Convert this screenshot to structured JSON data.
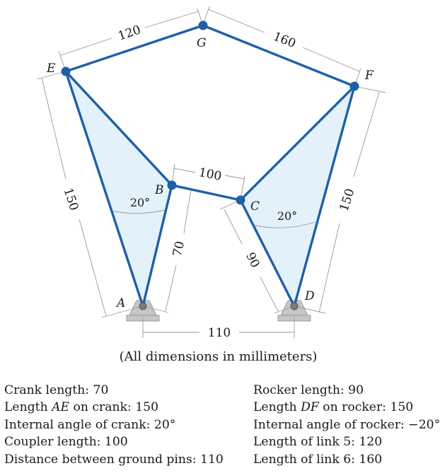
{
  "joints": {
    "A": "A",
    "B": "B",
    "C": "C",
    "D": "D",
    "E": "E",
    "F": "F",
    "G": "G"
  },
  "dimensions": {
    "eg": "120",
    "gf": "160",
    "ae": "150",
    "df": "150",
    "bc": "100",
    "ab": "70",
    "cd": "90",
    "ad": "110",
    "crank_angle": "20°",
    "rocker_angle": "20°"
  },
  "caption": "(All dimensions in millimeters)",
  "parameters": {
    "left": [
      {
        "label": "Crank length: 70"
      },
      {
        "prefix": "Length ",
        "italic": "AE",
        "suffix": " on crank: 150"
      },
      {
        "label": "Internal angle of crank: 20°"
      },
      {
        "label": "Coupler length: 100"
      },
      {
        "label": "Distance between ground pins: 110"
      }
    ],
    "right": [
      {
        "label": "Rocker length: 90"
      },
      {
        "prefix": "Length ",
        "italic": "DF",
        "suffix": " on rocker: 150"
      },
      {
        "label": "Internal angle of rocker: −20°"
      },
      {
        "label": "Length of link 5: 120"
      },
      {
        "label": "Length of link 6: 160"
      }
    ]
  },
  "colors": {
    "link": "#1f5fa8",
    "triangle_fill": "#e3f1fb",
    "ground": "#c6c6c6",
    "dimension_line": "#9a9a9a"
  }
}
